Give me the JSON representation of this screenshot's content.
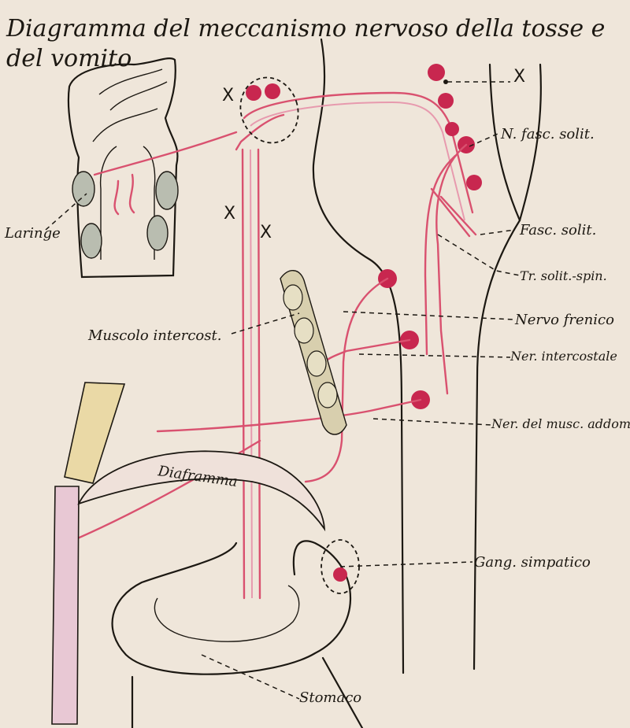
{
  "title_line1": "Diagramma del meccanismo nervoso della tosse e",
  "title_line2": "del vomito",
  "labels": {
    "x_top_right": "X",
    "x_ganglion": "X",
    "x_vagus_up": "X",
    "x_vagus_down": "X",
    "laringe": "Laringe",
    "n_fasc_solit": "N. fasc. solit.",
    "fasc_solit": "Fasc. solit.",
    "tr_solit_spin": "Tr. solit.-spin.",
    "nervo_frenico": "Nervo frenico",
    "ner_intercostale": "Ner. intercostale",
    "ner_musc_addom": "Ner. del musc. addom.",
    "muscolo_intercost": "Muscolo intercost.",
    "diaframma": "Diaframma",
    "gang_simpatico": "Gang. simpatico",
    "stomaco": "Stomaco"
  },
  "colors": {
    "paper": "#efe6da",
    "ink": "#1c1812",
    "nerve": "#d9516f",
    "neuron": "#c8274f"
  }
}
